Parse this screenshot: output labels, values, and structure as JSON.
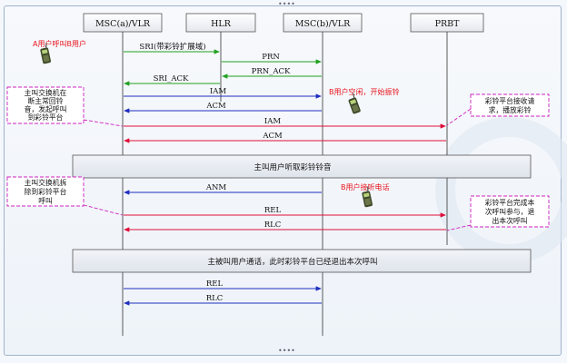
{
  "entities": [
    {
      "id": "msca",
      "label": "MSC(a)/VLR"
    },
    {
      "id": "hlr",
      "label": "HLR"
    },
    {
      "id": "mscb",
      "label": "MSC(b)/VLR"
    },
    {
      "id": "prbt",
      "label": "PRBT"
    }
  ],
  "messages": [
    {
      "label": "SRI(带彩铃扩展域)",
      "from": "msca",
      "to": "hlr",
      "color": "#20a020"
    },
    {
      "label": "PRN",
      "from": "hlr",
      "to": "mscb",
      "color": "#20a020"
    },
    {
      "label": "PRN_ACK",
      "from": "mscb",
      "to": "hlr",
      "color": "#20a020"
    },
    {
      "label": "SRI_ACK",
      "from": "hlr",
      "to": "msca",
      "color": "#20a020"
    },
    {
      "label": "IAM",
      "from": "msca",
      "to": "mscb",
      "color": "#1f2fbf"
    },
    {
      "label": "ACM",
      "from": "mscb",
      "to": "msca",
      "color": "#1f2fbf"
    },
    {
      "label": "IAM",
      "from": "msca",
      "to": "prbt",
      "color": "#e0103a"
    },
    {
      "label": "ACM",
      "from": "prbt",
      "to": "msca",
      "color": "#e0103a"
    },
    {
      "label": "ANM",
      "from": "mscb",
      "to": "msca",
      "color": "#1f2fbf"
    },
    {
      "label": "REL",
      "from": "msca",
      "to": "prbt",
      "color": "#e0103a"
    },
    {
      "label": "RLC",
      "from": "prbt",
      "to": "msca",
      "color": "#e0103a"
    },
    {
      "label": "REL",
      "from": "msca",
      "to": "mscb",
      "color": "#1f2fbf"
    },
    {
      "label": "RLC",
      "from": "mscb",
      "to": "msca",
      "color": "#1f2fbf"
    }
  ],
  "bands": [
    {
      "label": "主叫用户听取彩铃铃音"
    },
    {
      "label": "主被叫用户通话，此时彩铃平台已经退出本次呼叫"
    }
  ],
  "red_captions": {
    "a_calls_b": "A用户呼叫B用户",
    "b_idle": "B用户空闲，开始振铃",
    "b_answer": "B用户接听电话"
  },
  "notes": {
    "msc_disconnect": [
      "主叫交换机在",
      "断主常回铃",
      "音，发起呼叫",
      "到彩铃平台"
    ],
    "prbt_receive": [
      "彩铃平台接收请",
      "求，播放彩铃"
    ],
    "msc_remove": [
      "主叫交换机拆",
      "除到彩铃平台",
      "呼叫"
    ],
    "prbt_done": [
      "彩铃平台完成本",
      "次呼叫参与，退",
      "出本次呼叫"
    ]
  },
  "colors": {
    "green": "#20a020",
    "blue": "#1f2fbf",
    "red": "#e0103a",
    "note_border": "#d020c0"
  },
  "icons": [
    "phone-icon",
    "phone-icon",
    "phone-icon"
  ]
}
